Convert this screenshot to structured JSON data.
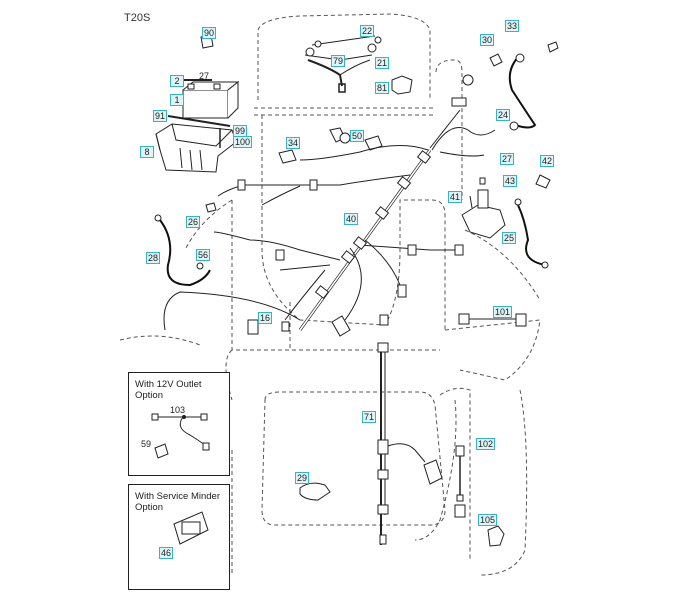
{
  "diagram": {
    "model": "T20S",
    "callout_color": "#39b3c4",
    "callout_fill": "#dff4f7",
    "parts": [
      {
        "id": "90",
        "name": "battery-bracket"
      },
      {
        "id": "2",
        "name": "battery-bolt"
      },
      {
        "id": "27",
        "name": "nut"
      },
      {
        "id": "1",
        "name": "battery"
      },
      {
        "id": "91",
        "name": "battery-strap"
      },
      {
        "id": "99",
        "name": "bolt"
      },
      {
        "id": "100",
        "name": "washer"
      },
      {
        "id": "8",
        "name": "battery-tray"
      },
      {
        "id": "22",
        "name": "headlight-harness"
      },
      {
        "id": "79",
        "name": "headlight-connector"
      },
      {
        "id": "21",
        "name": "headlight-bulb"
      },
      {
        "id": "81",
        "name": "relay"
      },
      {
        "id": "34",
        "name": "switch"
      },
      {
        "id": "50",
        "name": "ignition-switch"
      },
      {
        "id": "30",
        "name": "light-switch"
      },
      {
        "id": "33",
        "name": "connector"
      },
      {
        "id": "24",
        "name": "battery-cable-positive"
      },
      {
        "id": "27b",
        "label": "27",
        "name": "nut"
      },
      {
        "id": "42",
        "name": "terminal-boot"
      },
      {
        "id": "41",
        "name": "screw"
      },
      {
        "id": "43",
        "name": "solenoid"
      },
      {
        "id": "25",
        "name": "solenoid-cable"
      },
      {
        "id": "26",
        "name": "terminal-cover"
      },
      {
        "id": "28",
        "name": "ground-cable"
      },
      {
        "id": "56",
        "name": "ground-bolt"
      },
      {
        "id": "16",
        "name": "seat-switch"
      },
      {
        "id": "40",
        "name": "main-wire-harness"
      },
      {
        "id": "101",
        "name": "harness-extension"
      },
      {
        "id": "71",
        "name": "rear-harness"
      },
      {
        "id": "102",
        "name": "pto-switch"
      },
      {
        "id": "29",
        "name": "fuse-holder"
      },
      {
        "id": "105",
        "name": "reverse-switch"
      }
    ],
    "options": [
      {
        "title": "With 12V Outlet Option",
        "parts": [
          {
            "id": "103",
            "name": "outlet-harness"
          },
          {
            "id": "59",
            "name": "12v-outlet"
          }
        ]
      },
      {
        "title": "With Service Minder Option",
        "parts": [
          {
            "id": "46",
            "name": "service-minder"
          }
        ]
      }
    ]
  }
}
